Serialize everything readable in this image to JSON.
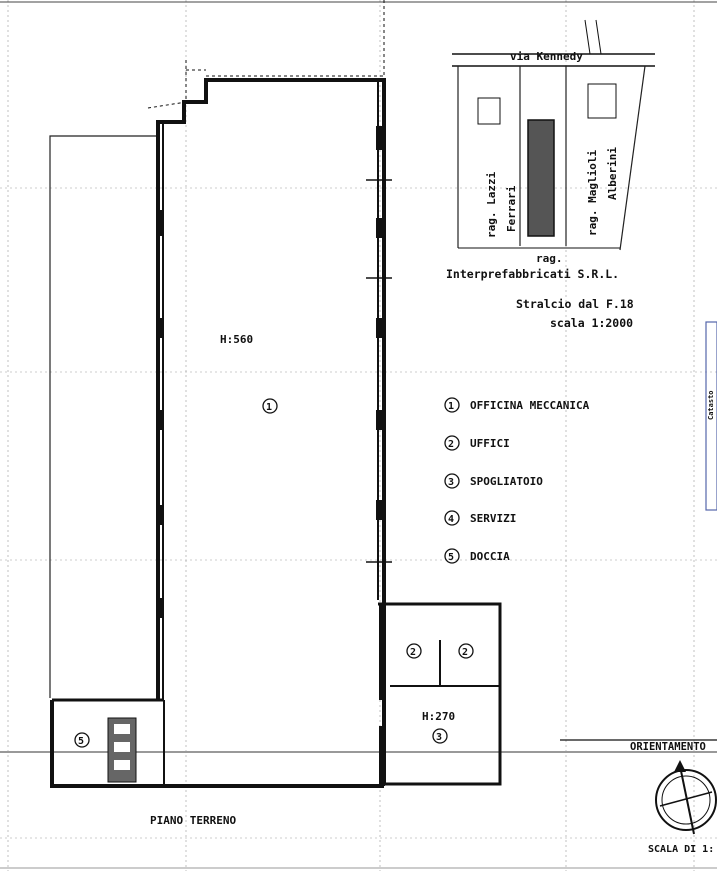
{
  "map": {
    "street": "via Kennedy",
    "owner_left_1": "rag. Lazzi",
    "owner_left_2": "Ferrari",
    "owner_right_1": "rag. Maglioli",
    "owner_right_2": "Alberini",
    "owner_bottom": "rag.",
    "company": "Interprefabbricati S.R.L.",
    "extract": "Stralcio dal F.18",
    "scale": "scala 1:2000"
  },
  "plan": {
    "main_height": "H:560",
    "main_room_number": "1",
    "office_height": "H:270",
    "office_room_number": "3",
    "office_left_room": "2",
    "office_right_room": "2",
    "small_room_number": "5",
    "floor_label": "PIANO TERRENO"
  },
  "legend": [
    {
      "num": "1",
      "label": "OFFICINA MECCANICA"
    },
    {
      "num": "2",
      "label": "UFFICI"
    },
    {
      "num": "3",
      "label": "SPOGLIATOIO"
    },
    {
      "num": "4",
      "label": "SERVIZI"
    },
    {
      "num": "5",
      "label": "DOCCIA"
    }
  ],
  "orientation_label": "ORIENTAMENTO",
  "scale_label": "SCALA DI 1:",
  "side_label": "Catasto"
}
